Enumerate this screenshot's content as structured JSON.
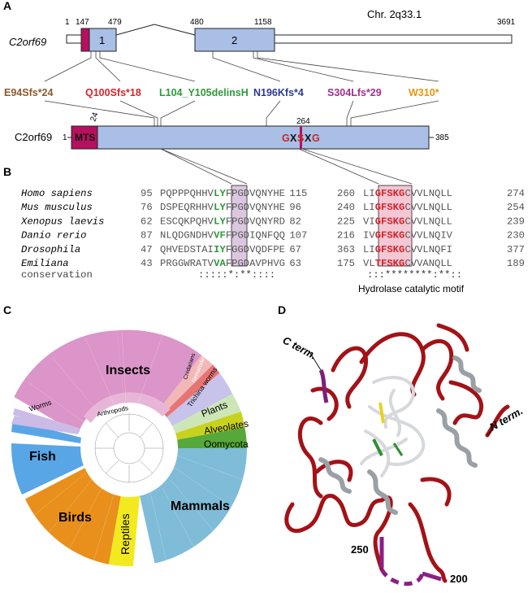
{
  "panels": {
    "a": "A",
    "b": "B",
    "c": "C",
    "d": "D"
  },
  "gene": {
    "name": "C2orf69",
    "chromosome": "Chr. 2q33.1",
    "exon1_label": "1",
    "exon2_label": "2",
    "pos_1": "1",
    "pos_147": "147",
    "pos_479": "479",
    "pos_480": "480",
    "pos_1158": "1158",
    "pos_3691": "3691"
  },
  "variants": [
    {
      "label": "E94Sfs*24",
      "color": "#8b5a2b"
    },
    {
      "label": "Q100Sfs*18",
      "color": "#d0262c"
    },
    {
      "label": "L104_Y105delinsH",
      "color": "#2e9a3a"
    },
    {
      "label": "N196Kfs*4",
      "color": "#2e3a8f"
    },
    {
      "label": "S304Lfs*29",
      "color": "#a0308f"
    },
    {
      "label": "W310*",
      "color": "#e8960e"
    }
  ],
  "protein": {
    "name": "C2orf69",
    "start": "1",
    "end": "385",
    "mts_label": "MTS",
    "mts_end": "24",
    "motif_pos": "264",
    "motif": [
      "G",
      "X",
      "S",
      "X",
      "G"
    ]
  },
  "alignment": {
    "rows": [
      {
        "species": "Homo sapiens",
        "s1": "95",
        "seq1": [
          "PQPPPQHHV",
          "LY",
          "FPGDVQNYHE"
        ],
        "e1": "115",
        "s2": "260",
        "seq2": [
          "LI",
          "GFSKG",
          "CVVLNQLL"
        ],
        "e2": "274"
      },
      {
        "species": "Mus musculus",
        "s1": "76",
        "seq1": [
          "DSPEQRHHV",
          "LY",
          "FPGDVQNYHE"
        ],
        "e1": "96",
        "s2": "240",
        "seq2": [
          "LI",
          "GFSKG",
          "CVVLNQLL"
        ],
        "e2": "254"
      },
      {
        "species": "Xenopus laevis",
        "s1": "62",
        "seq1": [
          "ESCQKPQHV",
          "LY",
          "FPGDVQNYRD"
        ],
        "e1": "82",
        "s2": "225",
        "seq2": [
          "VI",
          "GFSKG",
          "CVVLNQLL"
        ],
        "e2": "239"
      },
      {
        "species": "Danio rerio",
        "s1": "87",
        "seq1": [
          "NLQDGNDHV",
          "VF",
          "FPGDIQNFQQ"
        ],
        "e1": "107",
        "s2": "216",
        "seq2": [
          "IV",
          "GFSKG",
          "CVVLNQIV"
        ],
        "e2": "230"
      },
      {
        "species": "Drosophila",
        "s1": "47",
        "seq1": [
          "QHVEDSTAI",
          "IY",
          "FGGDVQDFPE"
        ],
        "e1": "67",
        "s2": "363",
        "seq2": [
          "LI",
          "GFSKG",
          "CVVLNQFI"
        ],
        "e2": "377"
      },
      {
        "species": "Emiliana",
        "s1": "43",
        "seq1": [
          "PRGGWRATV",
          "VA",
          "FPGDAVPHVG"
        ],
        "e1": "63",
        "s2": "175",
        "seq2": [
          "VL",
          "TFSKG",
          "CVVANQLL"
        ],
        "e2": "189"
      }
    ],
    "conservation_label": "conservation",
    "conservation1": ":::::*:**::::",
    "conservation2": ":::********:**::",
    "motif_caption": "Hydrolase catalytic motif"
  },
  "tree": {
    "clades": [
      {
        "label": "Insects",
        "color": "#d98fc6"
      },
      {
        "label": "Cnidarians",
        "color": "#f2b8b8"
      },
      {
        "label": "Nematodes",
        "color": "#e87373"
      },
      {
        "label": "Trichina worms",
        "color": "#c7c3ea"
      },
      {
        "label": "Plants",
        "color": "#cde6b8"
      },
      {
        "label": "Alveolates",
        "color": "#c8d21e"
      },
      {
        "label": "Oomycota",
        "color": "#56a83a"
      },
      {
        "label": "Mammals",
        "color": "#7fbcd8"
      },
      {
        "label": "Reptiles",
        "color": "#f2ea1f"
      },
      {
        "label": "Birds",
        "color": "#e8901b"
      },
      {
        "label": "Fish",
        "color": "#59a6e6"
      },
      {
        "label": "Worms",
        "color": "#cbbbe6"
      },
      {
        "label": "Arthropods",
        "color": "#e7b6d7"
      }
    ]
  },
  "structure": {
    "c_term": "C term.",
    "n_term": "N term.",
    "res_250": "250",
    "res_200": "200"
  }
}
